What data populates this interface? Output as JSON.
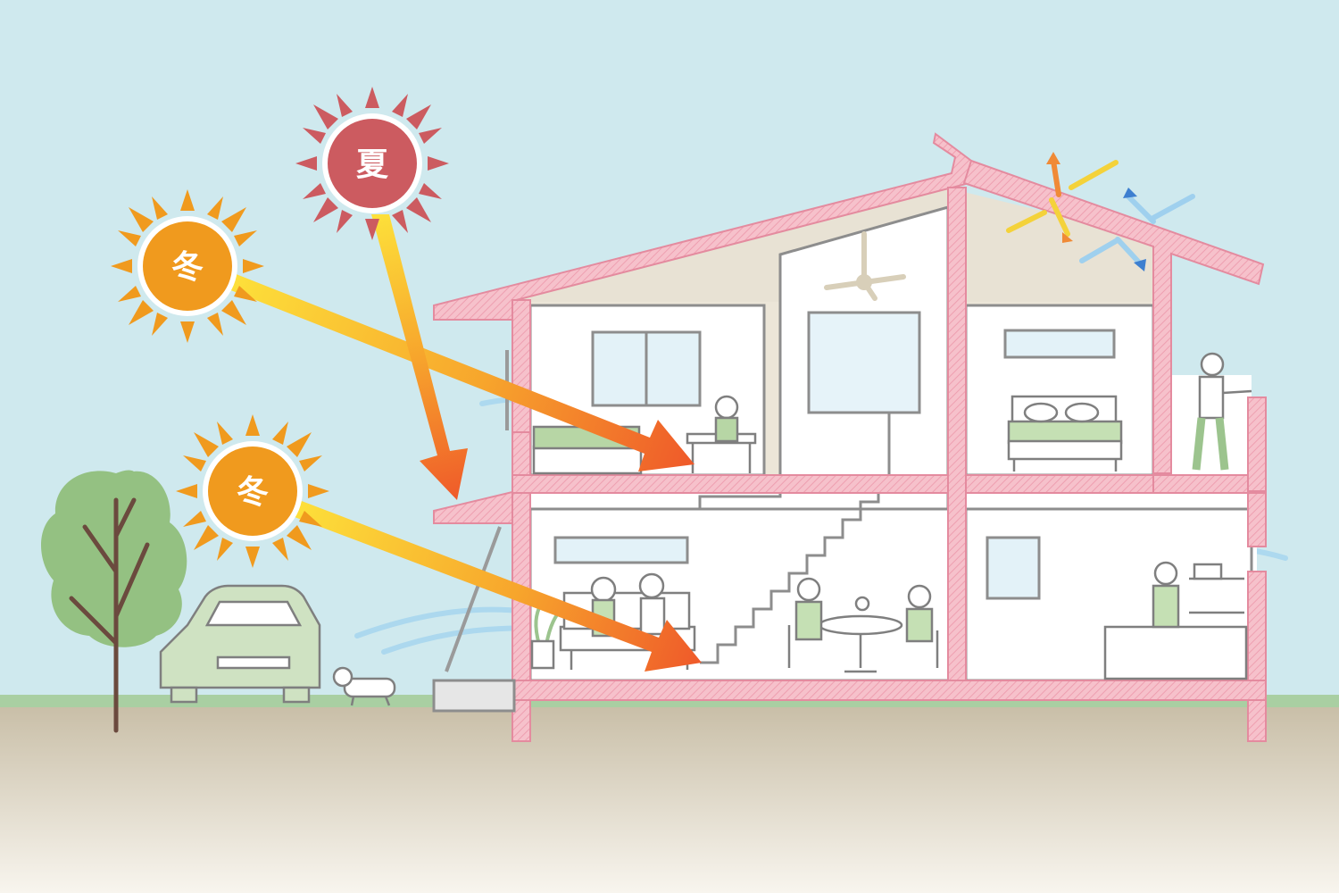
{
  "suns": {
    "summer_label": "夏",
    "winter_upper_label": "冬",
    "winter_lower_label": "冬"
  },
  "colors": {
    "sky": "#cfe9ee",
    "ground_top": "#c9bfa8",
    "ground_bottom": "#f7f3ea",
    "grass": "#a7cfa0",
    "wall_pink": "#f4b9c4",
    "roof_pink": "#f2a9b8",
    "summer_sun": "#cc5b60",
    "winter_sun": "#f09a1e",
    "ray_orange": "#f36b2b",
    "ray_yellow": "#fcd535",
    "breeze_blue": "#9fd2ec",
    "green_accent": "#9cc48e"
  }
}
